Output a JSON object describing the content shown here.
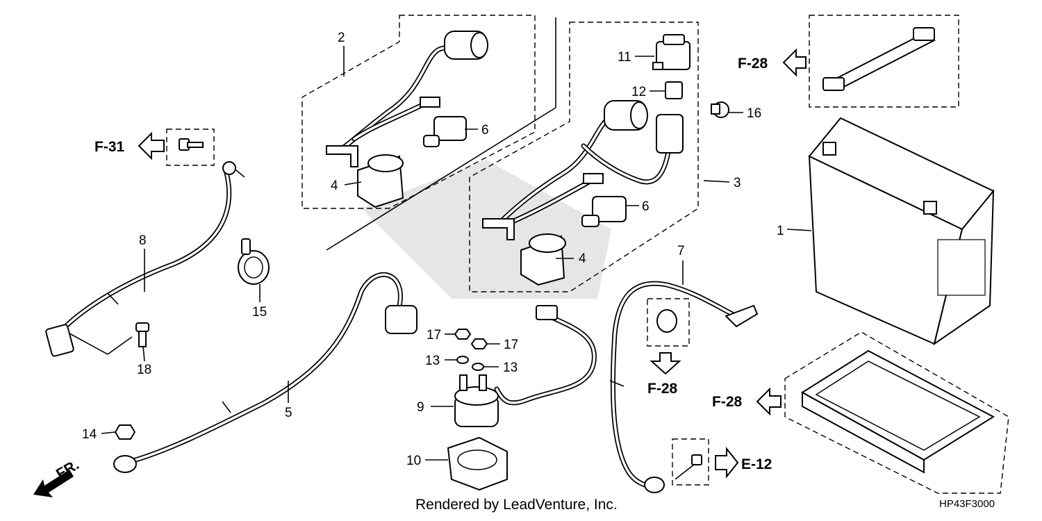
{
  "diagram": {
    "callouts": {
      "p1": "1",
      "p2": "2",
      "p3": "3",
      "p4a": "4",
      "p4b": "4",
      "p5": "5",
      "p6a": "6",
      "p6b": "6",
      "p7": "7",
      "p8": "8",
      "p9": "9",
      "p10": "10",
      "p11": "11",
      "p12": "12",
      "p13a": "13",
      "p13b": "13",
      "p14": "14",
      "p15": "15",
      "p16": "16",
      "p17a": "17",
      "p17b": "17",
      "p18": "18"
    },
    "refs": {
      "f31": "F-31",
      "f28_top": "F-28",
      "f28_mid": "F-28",
      "f28_tray": "F-28",
      "e12": "E-12"
    },
    "front_label": "FR.",
    "caption": "Rendered by LeadVenture, Inc.",
    "code": "HP43F3000"
  }
}
